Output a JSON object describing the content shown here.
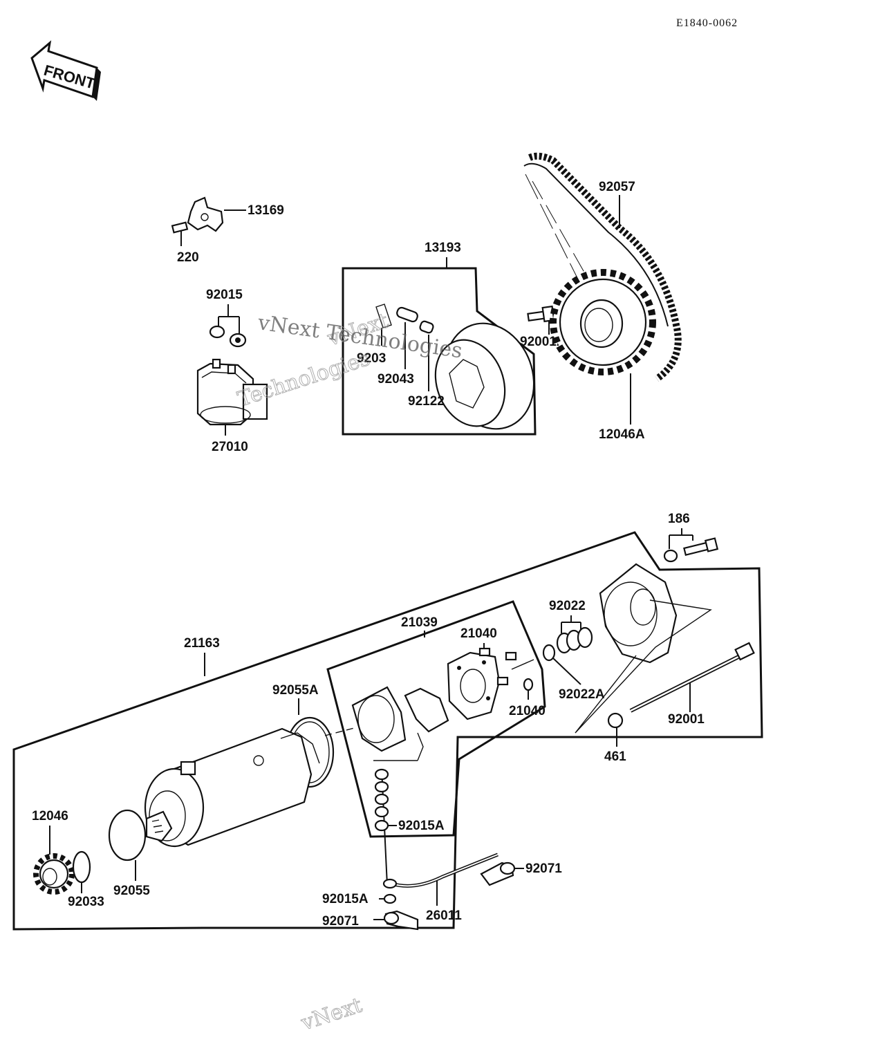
{
  "diagram_code": "E1840-0062",
  "front_label": "FRONT",
  "watermark": {
    "line1": "vNext",
    "line2": "Technologies",
    "inline": "vNext Technologies",
    "bottom": "vNext"
  },
  "parts": {
    "p13169": "13169",
    "p220": "220",
    "p92015": "92015",
    "p27010": "27010",
    "p13193": "13193",
    "p9203": "9203",
    "p92043": "92043",
    "p92122": "92122",
    "p92001A": "92001A",
    "p92057": "92057",
    "p12046A": "12046A",
    "p186": "186",
    "p21163": "21163",
    "p21039": "21039",
    "p21040a": "21040",
    "p21040b": "21040",
    "p92022": "92022",
    "p92022A": "92022A",
    "p92055A": "92055A",
    "p92001": "92001",
    "p461": "461",
    "p92015Aa": "92015A",
    "p12046": "12046",
    "p92033": "92033",
    "p92055": "92055",
    "p92071a": "92071",
    "p92015Ab": "92015A",
    "p92071b": "92071",
    "p26011": "26011"
  }
}
